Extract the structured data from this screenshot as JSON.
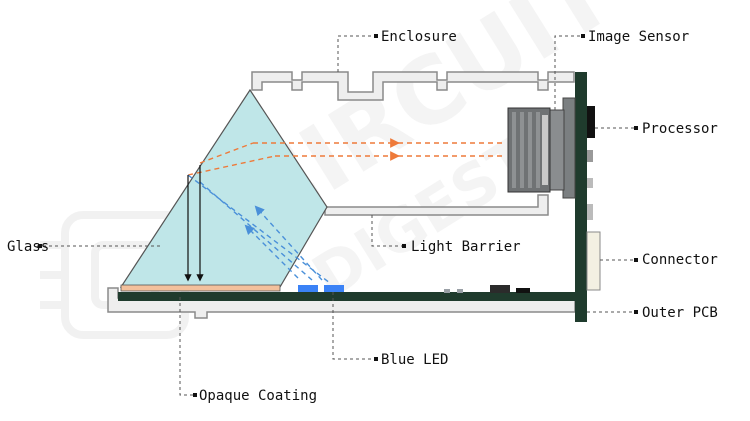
{
  "labels": {
    "enclosure": "Enclosure",
    "image_sensor": "Image Sensor",
    "processor": "Processor",
    "glass": "Glass",
    "light_barrier": "Light Barrier",
    "connector": "Connector",
    "outer_pcb": "Outer PCB",
    "blue_led": "Blue LED",
    "opaque_coating": "Opaque Coating"
  },
  "watermark": {
    "line1": "CIRCUIT",
    "line2": "DIGEST"
  },
  "colors": {
    "enclosure_fill": "#eeeeee",
    "enclosure_stroke": "#8a8a8a",
    "pcb": "#1f3b2d",
    "glass": "#bfe6e8",
    "opaque_coating": "#f3c09c",
    "led": "#3b82f6",
    "reflected_ray": "#ee7a3a",
    "incident_ray": "#4a90d9",
    "lens": "#6f7274",
    "leader": "#555555",
    "watermark": "#e9e9e9"
  }
}
